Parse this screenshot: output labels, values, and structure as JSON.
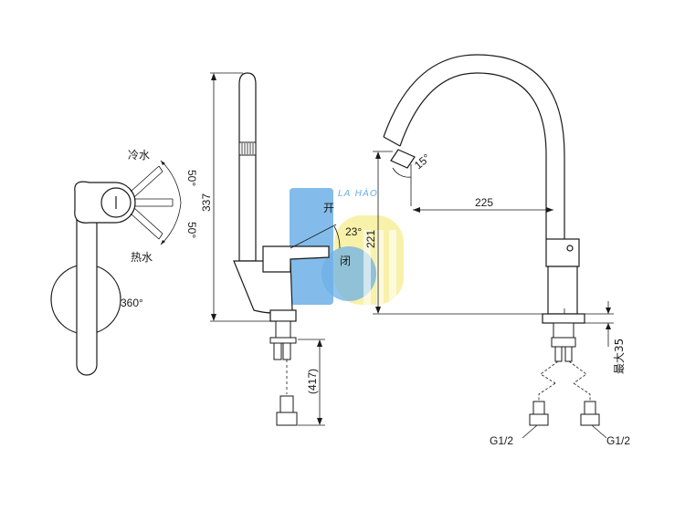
{
  "watermark": {
    "text": "LA HÀO",
    "colors": {
      "blue": "#6db0e6",
      "yellow": "#f7ee9a"
    }
  },
  "top_view": {
    "cold_label": "冷水",
    "hot_label": "热水",
    "cold_angle": "50°",
    "hot_angle": "50°",
    "rotation_label": "360°"
  },
  "side_view": {
    "height_label": "337",
    "open_label": "开",
    "close_label": "闭",
    "lever_angle": "23°",
    "hose_length_label": "(417)"
  },
  "front_view": {
    "spout_angle": "15°",
    "reach_label": "225",
    "height_label": "221",
    "max_thickness_label": "最大35",
    "thread_left": "G1/2",
    "thread_right": "G1/2"
  }
}
